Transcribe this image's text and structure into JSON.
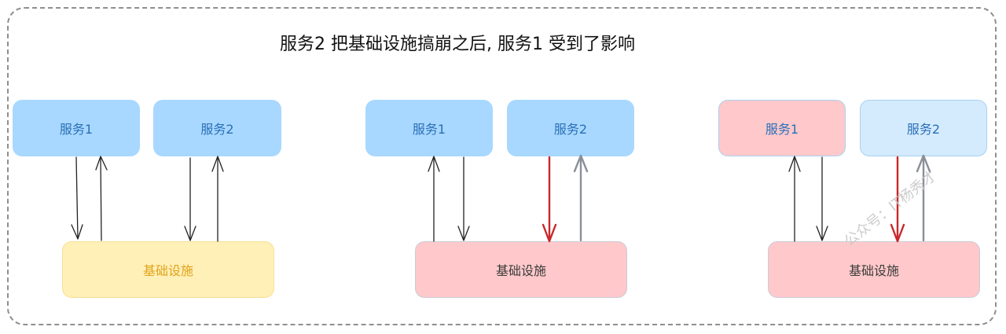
{
  "title": "服务2 把基础设施搞崩之后, 服务1 受到了影响",
  "panels": [
    {
      "service1": "服务1",
      "service2": "服务2",
      "infra": "基础设施"
    },
    {
      "service1": "服务1",
      "service2": "服务2",
      "infra": "基础设施"
    },
    {
      "service1": "服务1",
      "service2": "服务2",
      "infra": "基础设施"
    }
  ],
  "watermark": "公众号：IT杨秀才",
  "colors": {
    "service_blue": "#a8d8ff",
    "service_light": "#d4ebfd",
    "failed_pink": "#ffc9cb",
    "infra_yellow": "#fff0b8",
    "arrow_red": "#c8282b",
    "arrow_gray": "#8a8f99",
    "arrow_black": "#222222"
  }
}
